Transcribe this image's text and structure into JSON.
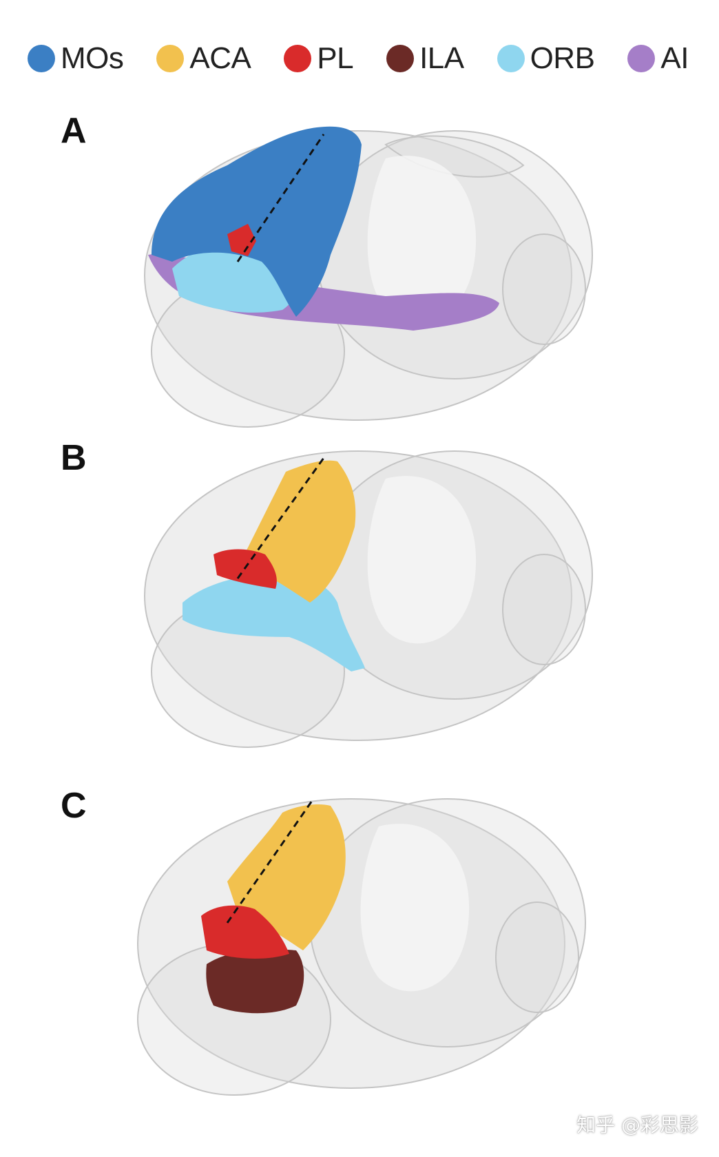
{
  "legend": [
    {
      "label": "MOs",
      "color": "#3b7fc4"
    },
    {
      "label": "ACA",
      "color": "#f2c14e"
    },
    {
      "label": "PL",
      "color": "#d92b2b"
    },
    {
      "label": "ILA",
      "color": "#6b2a26"
    },
    {
      "label": "ORB",
      "color": "#8fd6ef"
    },
    {
      "label": "AI",
      "color": "#a57ec8"
    }
  ],
  "panels": [
    {
      "label": "A"
    },
    {
      "label": "B"
    },
    {
      "label": "C"
    }
  ],
  "colors": {
    "brain_fill": "#d9d9d9",
    "brain_stroke": "#bdbdbd",
    "mos": "#3b7fc4",
    "aca": "#f2c14e",
    "pl": "#d92b2b",
    "ila": "#6b2a26",
    "orb": "#8fd6ef",
    "ai": "#a57ec8"
  },
  "watermark": "知乎 @彩思影"
}
